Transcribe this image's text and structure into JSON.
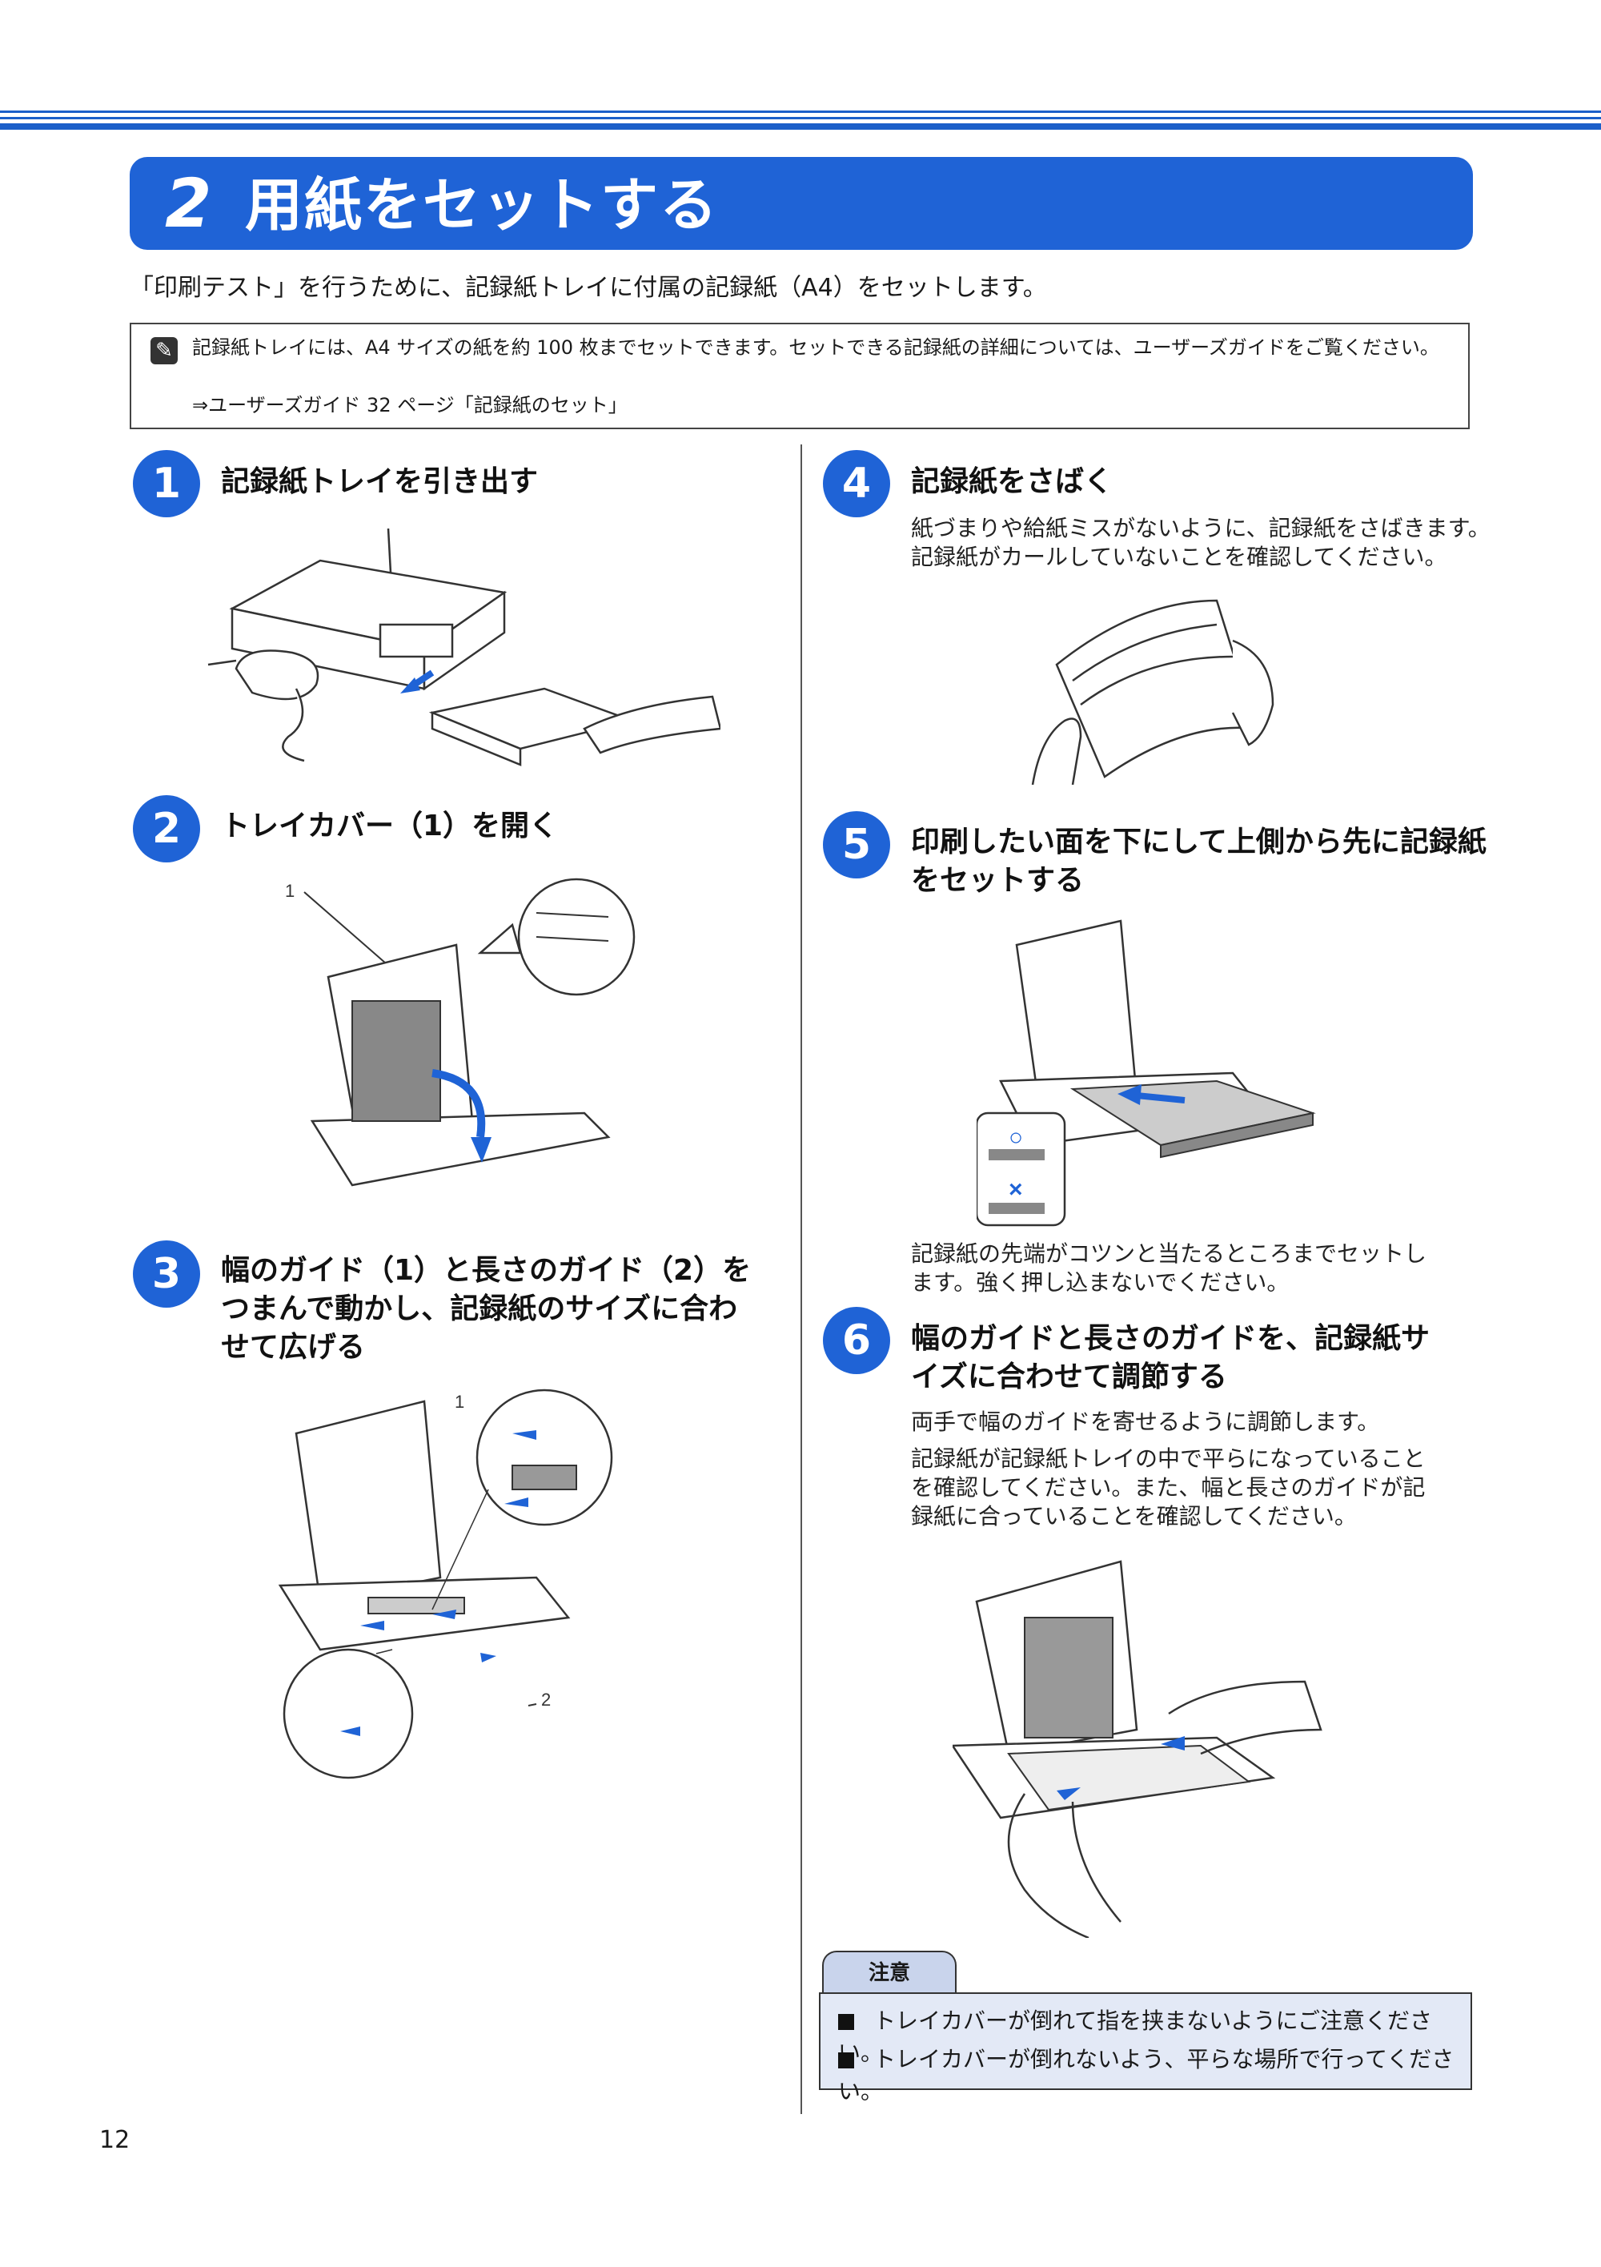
{
  "header": {
    "section_number": "2",
    "title": "用紙をセットする",
    "intro": "「印刷テスト」を行うために、記録紙トレイに付属の記録紙（A4）をセットします。"
  },
  "note": {
    "icon": "memo-pencil-icon",
    "text": "記録紙トレイには、A4 サイズの紙を約 100 枚までセットできます。セットできる記録紙の詳細については、ユーザーズガイドをご覧ください。",
    "reference": "⇒ユーザーズガイド 32 ページ「記録紙のセット」"
  },
  "steps": [
    {
      "number": "1",
      "title": "記録紙トレイを引き出す"
    },
    {
      "number": "2",
      "title": "トレイカバー（1）を開く",
      "callouts": [
        "1"
      ]
    },
    {
      "number": "3",
      "title_lines": [
        "幅のガイド（1）と長さのガイド（2）を",
        "つまんで動かし、記録紙のサイズに合わ",
        "せて広げる"
      ],
      "callouts": [
        "1",
        "2"
      ]
    },
    {
      "number": "4",
      "title": "記録紙をさばく",
      "body_lines": [
        "紙づまりや給紙ミスがないように、記録紙をさばきます。",
        "記録紙がカールしていないことを確認してください。"
      ]
    },
    {
      "number": "5",
      "title_lines": [
        "印刷したい面を下にして上側から先に記録紙",
        "をセットする"
      ],
      "inset_marks": [
        "○",
        "×"
      ],
      "body_lines": [
        "記録紙の先端がコツンと当たるところまでセットし",
        "ます。強く押し込まないでください。"
      ]
    },
    {
      "number": "6",
      "title_lines": [
        "幅のガイドと長さのガイドを、記録紙サ",
        "イズに合わせて調節する"
      ],
      "body1": "両手で幅のガイドを寄せるように調節します。",
      "body2_lines": [
        "記録紙が記録紙トレイの中で平らになっていること",
        "を確認してください。また、幅と長さのガイドが記",
        "録紙に合っていることを確認してください。"
      ]
    }
  ],
  "caution": {
    "label": "注意",
    "items": [
      "トレイカバーが倒れて指を挟まないようにご注意ください。",
      "トレイカバーが倒れないよう、平らな場所で行ってください。"
    ]
  },
  "page_number": "12",
  "colors": {
    "accent": "#1f63d6",
    "caution_bg": "#e3e9f6",
    "caution_tab": "#c9d4ec",
    "arrow": "#1f63d6"
  }
}
